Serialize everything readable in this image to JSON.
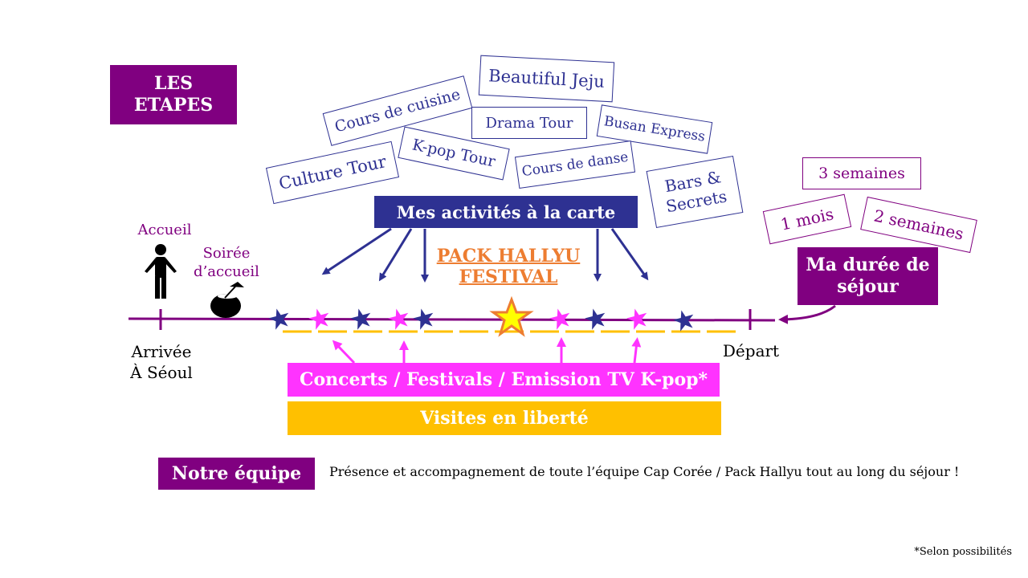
{
  "etapes_label": "LES ETAPES",
  "activity_tags": [
    "Beautiful Jeju",
    "Cours de cuisine",
    "Drama Tour",
    "Busan Express",
    "K-pop Tour",
    "Culture Tour",
    "Cours de danse",
    "Bars & Secrets"
  ],
  "activities_header": "Mes activités à la carte",
  "pack_title_line1": "PACK HALLYU",
  "pack_title_line2": "FESTIVAL",
  "durations": [
    "3 semaines",
    "1 mois",
    "2 semaines"
  ],
  "duration_header": "Ma durée de séjour",
  "timeline": {
    "accueil": "Accueil",
    "soiree_line1": "Soirée",
    "soiree_line2": "d’accueil",
    "arrivee_line1": "Arrivée",
    "arrivee_line2": "À Séoul",
    "depart": "Départ"
  },
  "concerts_bar": "Concerts / Festivals / Emission TV K-pop*",
  "visites_bar": "Visites en liberté",
  "team_label": "Notre équipe",
  "team_text": "Présence et accompagnement de toute l’équipe Cap Corée / Pack Hallyu tout au long du séjour !",
  "footnote": "*Selon possibilités",
  "colors": {
    "purple": "#800080",
    "navy": "#2e3192",
    "magenta": "#ff33ff",
    "orange": "#ed7d31",
    "yellow": "#ffc000",
    "star_yellow": "#ffff00"
  }
}
